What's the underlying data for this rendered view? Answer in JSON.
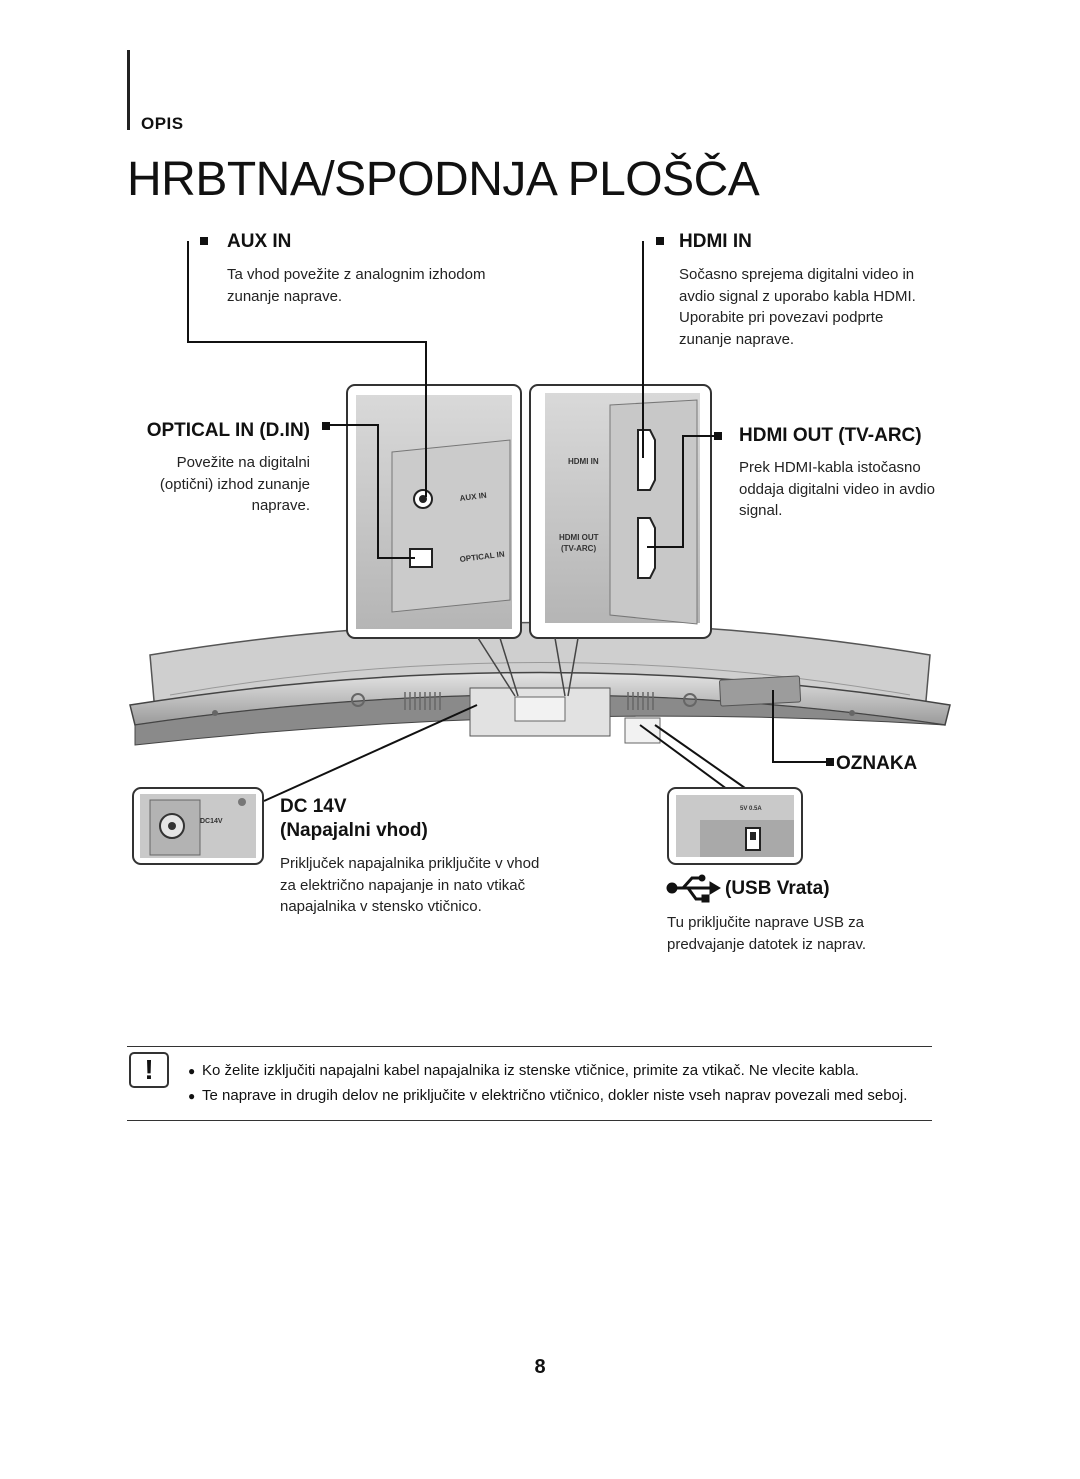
{
  "section": {
    "label": "OPIS"
  },
  "title": "HRBTNA/SPODNJA PLOŠČA",
  "aux_in": {
    "heading": "AUX IN",
    "desc_lines": [
      "Ta vhod povežite z analognim izhodom",
      "zunanje naprave."
    ]
  },
  "hdmi_in": {
    "heading": "HDMI IN",
    "desc_lines": [
      "Sočasno sprejema digitalni video in",
      "avdio signal z uporabo kabla HDMI.",
      "Uporabite pri povezavi podprte",
      "zunanje naprave."
    ]
  },
  "optical_in": {
    "heading": "OPTICAL IN (D.IN)",
    "desc_lines": [
      "Povežite na digitalni",
      "(optični) izhod zunanje",
      "naprave."
    ]
  },
  "hdmi_out": {
    "heading": "HDMI OUT (TV-ARC)",
    "desc_lines": [
      "Prek HDMI-kabla istočasno",
      "oddaja digitalni video in avdio",
      "signal."
    ]
  },
  "oznaka": {
    "heading": "OZNAKA"
  },
  "dc": {
    "heading_line1": "DC 14V",
    "heading_line2": "(Napajalni vhod)",
    "desc_lines": [
      "Priključek napajalnika priključite v vhod",
      "za električno napajanje in nato vtikač",
      "napajalnika v stensko vtičnico."
    ]
  },
  "usb": {
    "heading": "(USB Vrata)",
    "desc_lines": [
      "Tu priključite naprave USB za",
      "predvajanje datotek iz naprav."
    ]
  },
  "panel_labels": {
    "aux": "AUX IN",
    "optical": "OPTICAL IN",
    "hdmi_in": "HDMI IN",
    "hdmi_out_1": "HDMI OUT",
    "hdmi_out_2": "(TV-ARC)",
    "dc": "DC14V",
    "usb": "5V 0.5A"
  },
  "notes": [
    "Ko želite izključiti napajalni kabel napajalnika iz stenske vtičnice, primite za vtikač. Ne vlecite kabla.",
    "Te naprave in drugih delov ne priključite v električno vtičnico, dokler niste vseh naprav povezali med seboj."
  ],
  "caution_symbol": "!",
  "page_number": "8"
}
